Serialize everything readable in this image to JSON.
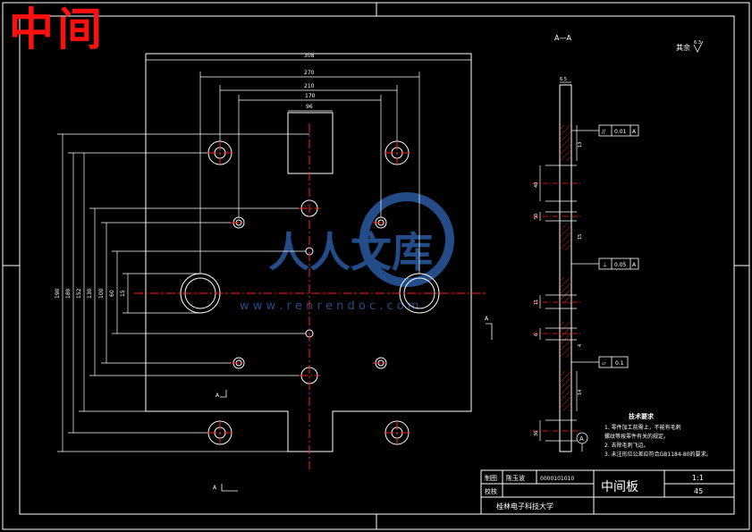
{
  "overlay_label": "中间",
  "section_title": "A—A",
  "surface_finish_note": "其余",
  "surface_finish_value": "6.3",
  "section_marks": {
    "a1": "A",
    "a2": "A",
    "a3": "A",
    "datum": "A"
  },
  "dimensions": {
    "top": [
      "308",
      "270",
      "210",
      "170",
      "96"
    ],
    "left": [
      "190",
      "180",
      "152",
      "130",
      "100",
      "60",
      "15"
    ],
    "side": [
      "6.5",
      "40",
      "50",
      "11",
      "6",
      "13",
      "15",
      "4",
      "14",
      "36"
    ]
  },
  "tolerances": [
    {
      "symbol": "//",
      "value": "0.01",
      "datum": "A"
    },
    {
      "symbol": "⊥",
      "value": "0.05",
      "datum": "A"
    },
    {
      "symbol": "▱",
      "value": "0.1",
      "datum": ""
    }
  ],
  "tech_notes": {
    "title": "技术要求",
    "lines": [
      "1. 零件加工前需上，不能有毛刺",
      "螺纹等按零件有关的规定。",
      "2. 去除毛刺飞边。",
      "3. 未注形位公差应符合GB1184-80的要求。"
    ]
  },
  "title_block": {
    "drawn_label": "制图",
    "drawn_name": "陈玉波",
    "drawing_no": "0000101010",
    "check_label": "校核",
    "part_name": "中间板",
    "scale": "1:1",
    "material": "45",
    "school": "桂林电子科技大学"
  },
  "watermark": {
    "text": "人人文库",
    "url": "w w w . r e n r e n d o c . c o m"
  },
  "colors": {
    "line": "#ffffff",
    "center": "#ff2020",
    "annot": "#ff1010",
    "watermark": "#2a5aa0"
  }
}
